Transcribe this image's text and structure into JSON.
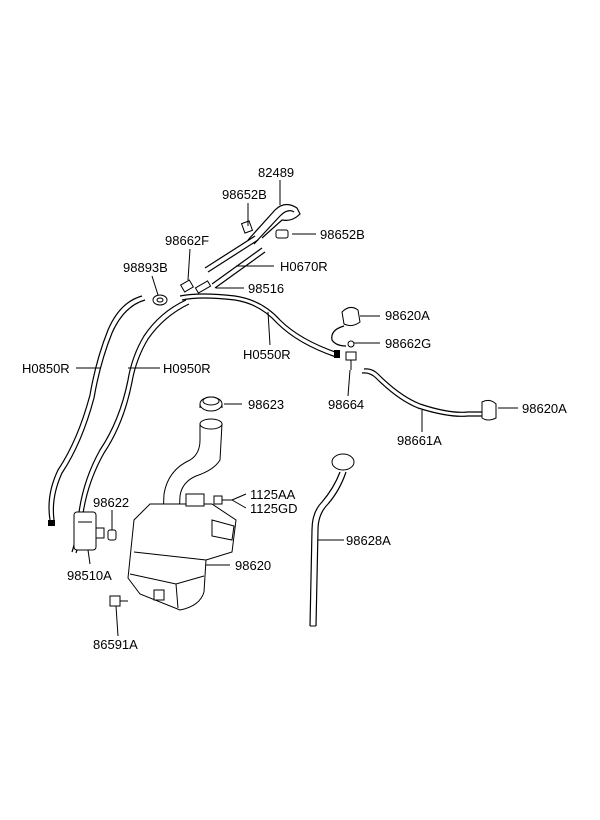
{
  "labels": {
    "p82489": "82489",
    "p98652B_a": "98652B",
    "p98652B_b": "98652B",
    "p98662F": "98662F",
    "p98893B": "98893B",
    "pH0670R": "H0670R",
    "p98516": "98516",
    "p98620A_a": "98620A",
    "p98662G": "98662G",
    "pH0550R": "H0550R",
    "pH0850R": "H0850R",
    "pH0950R": "H0950R",
    "p98664": "98664",
    "p98620A_b": "98620A",
    "p98623": "98623",
    "p98661A": "98661A",
    "p1125AA": "1125AA",
    "p1125GD": "1125GD",
    "p98622": "98622",
    "p98628A": "98628A",
    "p98510A": "98510A",
    "p98620": "98620",
    "p86591A": "86591A"
  }
}
